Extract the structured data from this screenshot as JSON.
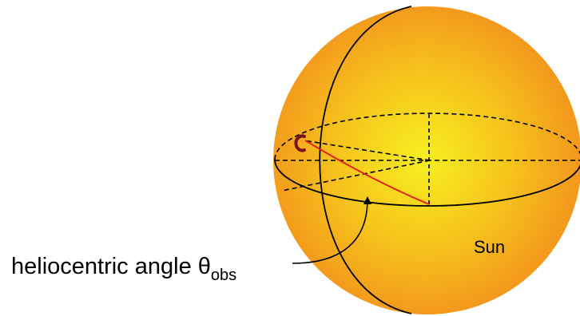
{
  "labels": {
    "body_name": "Sun",
    "angle_text": "heliocentric angle θ",
    "angle_subscript": "obs"
  },
  "colors": {
    "sphere_center": "#f7ef22",
    "sphere_mid": "#f6c51b",
    "sphere_edge": "#f39a1c",
    "outline": "#000000",
    "path_line": "#e2261b",
    "marker": "#7b1416"
  }
}
